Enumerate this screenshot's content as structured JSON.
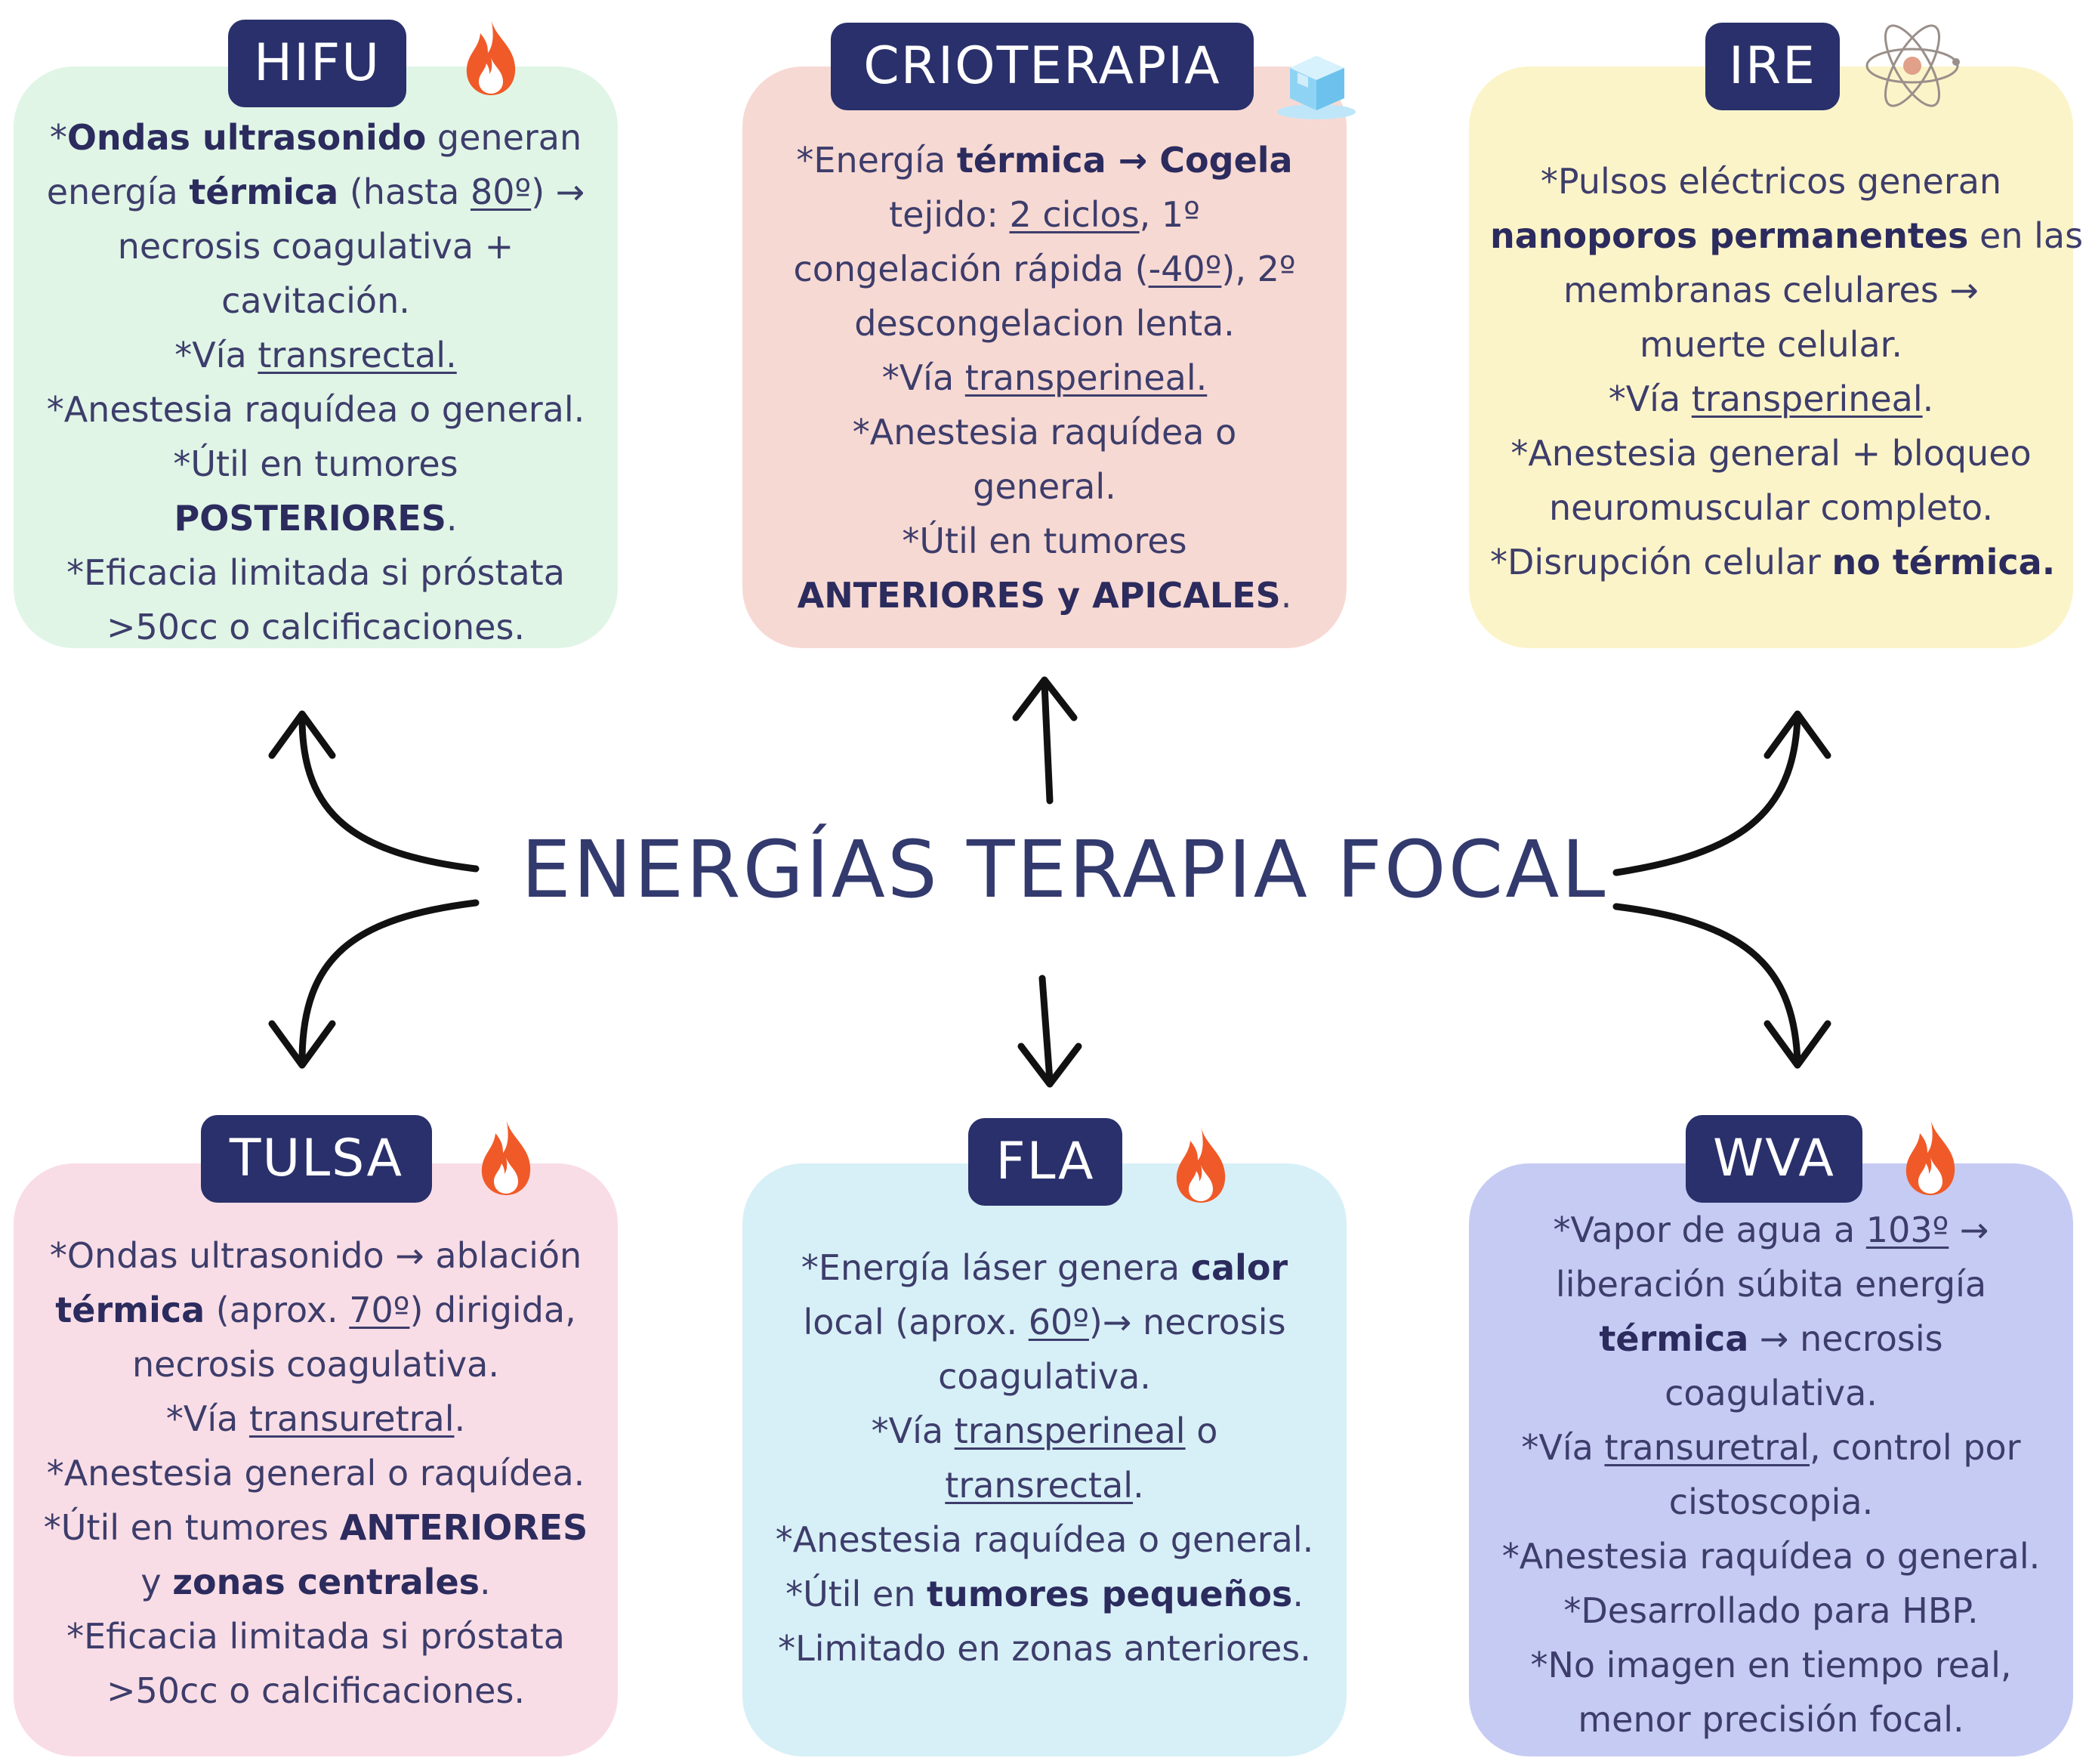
{
  "title": "ENERGÍAS TERAPIA FOCAL",
  "colors": {
    "label_bg": "#29306b",
    "hifu": "#e0f5e6",
    "crioterapia": "#f7d9d3",
    "ire": "#fcf4c9",
    "tulsa": "#f9dde6",
    "fla": "#d7f0f7",
    "wva": "#c6cbf3"
  },
  "icons": {
    "hifu": "fire-icon",
    "crioterapia": "ice-cube-icon",
    "ire": "atom-icon",
    "tulsa": "fire-icon",
    "fla": "fire-icon",
    "wva": "fire-icon"
  },
  "hifu": {
    "label": "HIFU",
    "lines": [
      [
        {
          "t": "*"
        },
        {
          "t": "Ondas ultrasonido",
          "b": true
        },
        {
          "t": " generan"
        }
      ],
      [
        {
          "t": "energía "
        },
        {
          "t": "térmica",
          "b": true
        },
        {
          "t": " (hasta "
        },
        {
          "t": "80º",
          "u": true
        },
        {
          "t": ") →"
        }
      ],
      [
        {
          "t": "necrosis coagulativa +"
        }
      ],
      [
        {
          "t": "cavitación."
        }
      ],
      [
        {
          "t": "*Vía "
        },
        {
          "t": "transrectal.",
          "u": true
        }
      ],
      [
        {
          "t": "*Anestesia raquídea o general."
        }
      ],
      [
        {
          "t": "*Útil en tumores"
        }
      ],
      [
        {
          "t": "POSTERIORES",
          "b": true
        },
        {
          "t": "."
        }
      ],
      [
        {
          "t": "*Eficacia limitada si próstata"
        }
      ],
      [
        {
          "t": ">50cc o calcificaciones."
        }
      ]
    ]
  },
  "crioterapia": {
    "label": "CRIOTERAPIA",
    "lines": [
      [
        {
          "t": "*Energía "
        },
        {
          "t": "térmica → Cogela",
          "b": true
        }
      ],
      [
        {
          "t": "tejido: "
        },
        {
          "t": "2 ciclos",
          "u": true
        },
        {
          "t": ", 1º"
        }
      ],
      [
        {
          "t": "congelación rápida ("
        },
        {
          "t": "-40º",
          "u": true
        },
        {
          "t": "), 2º"
        }
      ],
      [
        {
          "t": "descongelacion lenta."
        }
      ],
      [
        {
          "t": "*Vía "
        },
        {
          "t": "transperineal.",
          "u": true
        }
      ],
      [
        {
          "t": "*Anestesia raquídea o"
        }
      ],
      [
        {
          "t": "general."
        }
      ],
      [
        {
          "t": "*Útil en tumores"
        }
      ],
      [
        {
          "t": "ANTERIORES y APICALES",
          "b": true
        },
        {
          "t": "."
        }
      ]
    ]
  },
  "ire": {
    "label": "IRE",
    "lines": [
      [
        {
          "t": "*Pulsos eléctricos generan"
        }
      ],
      [
        {
          "t": "nanoporos permanentes",
          "b": true
        },
        {
          "t": " en las"
        }
      ],
      [
        {
          "t": "membranas celulares →"
        }
      ],
      [
        {
          "t": "muerte celular."
        }
      ],
      [
        {
          "t": "*Vía "
        },
        {
          "t": "transperineal",
          "u": true
        },
        {
          "t": "."
        }
      ],
      [
        {
          "t": "*Anestesia general + bloqueo"
        }
      ],
      [
        {
          "t": "neuromuscular completo."
        }
      ],
      [
        {
          "t": "*Disrupción celular "
        },
        {
          "t": "no térmica.",
          "b": true
        }
      ]
    ]
  },
  "tulsa": {
    "label": "TULSA",
    "lines": [
      [
        {
          "t": "*Ondas ultrasonido → ablación"
        }
      ],
      [
        {
          "t": "térmica",
          "b": true
        },
        {
          "t": " (aprox. "
        },
        {
          "t": "70º",
          "u": true
        },
        {
          "t": ") dirigida,"
        }
      ],
      [
        {
          "t": "necrosis coagulativa."
        }
      ],
      [
        {
          "t": "*Vía "
        },
        {
          "t": "transuretral",
          "u": true
        },
        {
          "t": "."
        }
      ],
      [
        {
          "t": "*Anestesia general o raquídea."
        }
      ],
      [
        {
          "t": "*Útil en tumores "
        },
        {
          "t": "ANTERIORES",
          "b": true
        }
      ],
      [
        {
          "t": "y "
        },
        {
          "t": "zonas centrales",
          "b": true
        },
        {
          "t": "."
        }
      ],
      [
        {
          "t": "*Eficacia limitada si próstata"
        }
      ],
      [
        {
          "t": ">50cc o calcificaciones."
        }
      ]
    ]
  },
  "fla": {
    "label": "FLA",
    "lines": [
      [
        {
          "t": "*Energía láser genera "
        },
        {
          "t": "calor",
          "b": true
        }
      ],
      [
        {
          "t": "local (aprox. "
        },
        {
          "t": "60º",
          "u": true
        },
        {
          "t": ")→ necrosis"
        }
      ],
      [
        {
          "t": "coagulativa."
        }
      ],
      [
        {
          "t": "*Vía "
        },
        {
          "t": "transperineal",
          "u": true
        },
        {
          "t": " o"
        }
      ],
      [
        {
          "t": "transrectal",
          "u": true
        },
        {
          "t": "."
        }
      ],
      [
        {
          "t": "*Anestesia raquídea o general."
        }
      ],
      [
        {
          "t": "*Útil en "
        },
        {
          "t": "tumores pequeños",
          "b": true
        },
        {
          "t": "."
        }
      ],
      [
        {
          "t": "*Limitado en zonas anteriores."
        }
      ]
    ]
  },
  "wva": {
    "label": "WVA",
    "lines": [
      [
        {
          "t": "*Vapor de agua a "
        },
        {
          "t": "103º",
          "u": true
        },
        {
          "t": " →"
        }
      ],
      [
        {
          "t": "liberación súbita energía"
        }
      ],
      [
        {
          "t": "térmica",
          "b": true
        },
        {
          "t": " → necrosis"
        }
      ],
      [
        {
          "t": "coagulativa."
        }
      ],
      [
        {
          "t": "*Vía "
        },
        {
          "t": "transuretral",
          "u": true
        },
        {
          "t": ", control por"
        }
      ],
      [
        {
          "t": "cistoscopia."
        }
      ],
      [
        {
          "t": "*Anestesia raquídea o general."
        }
      ],
      [
        {
          "t": "*Desarrollado para HBP."
        }
      ],
      [
        {
          "t": "*No imagen en tiempo real,"
        }
      ],
      [
        {
          "t": "menor precisión focal."
        }
      ]
    ]
  }
}
